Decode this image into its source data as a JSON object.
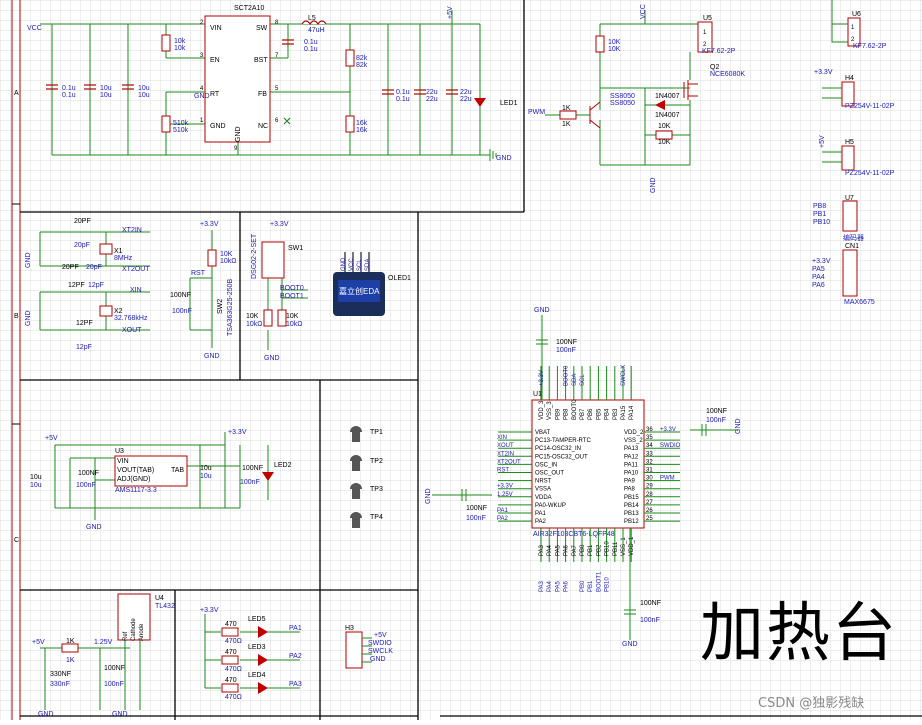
{
  "title": "加热台",
  "watermark": "CSDN @独影残缺",
  "colors": {
    "wire": "#1a8a1a",
    "pin": "#b00000",
    "label": "#1b1bb0",
    "part": "#c00000",
    "grid": "#dcdcdc",
    "border": "#000000",
    "text": "#000000"
  },
  "frame": {
    "row_letters": [
      "A",
      "B",
      "C"
    ]
  },
  "power": {
    "chip": "SCT2A10",
    "pins_left": [
      "VIN",
      "EN",
      "RT",
      "GND"
    ],
    "pins_right": [
      "SW",
      "BST",
      "FB",
      "NC"
    ],
    "pin_gnd": "GND",
    "pin_nums": [
      "2",
      "3",
      "4",
      "1",
      "8",
      "7",
      "5",
      "6",
      "9"
    ],
    "vcc": "VCC",
    "ind": "L5",
    "ind_val": "47uH",
    "cap_bst": "0.1u",
    "cap_bst2": "0.1u",
    "caps_in": [
      "0.1u",
      "0.1u",
      "10u",
      "10u",
      "10u",
      "10u"
    ],
    "r_en": [
      "10k",
      "10k"
    ],
    "r_rt": [
      "510k",
      "510k"
    ],
    "r_fb1": [
      "82k",
      "82k"
    ],
    "r_fb2": [
      "16k",
      "16k"
    ],
    "caps_out": [
      "0.1u",
      "0.1u",
      "22u",
      "22u",
      "22u",
      "22u"
    ],
    "v5": "+5V",
    "led": "LED1",
    "gnd": "GND",
    "gnd2": "GND"
  },
  "driver": {
    "vcc": "VCC",
    "conn": "U5",
    "conn_part": "KF7.62-2P",
    "mos": "Q2",
    "mos_part": "NCE6080K",
    "r1": [
      "10K",
      "10K"
    ],
    "q": [
      "SS8050",
      "SS8050"
    ],
    "d": [
      "1N4007",
      "1N4007"
    ],
    "r2": [
      "1K",
      "1K"
    ],
    "r3": [
      "10K",
      "10K"
    ],
    "pwm": "PWM",
    "gnd": "GND",
    "pins": [
      "1",
      "2"
    ]
  },
  "connectors": {
    "u6": "U6",
    "u6_part": "KF7.62-2P",
    "u6_pins": [
      "1",
      "2"
    ],
    "h4": "H4",
    "h4_part": "PZ254V-11-02P",
    "h4_v": "+3.3V",
    "h5": "H5",
    "h5_part": "PZ254V-11-02P",
    "h5_v": "+5V",
    "u7": "U7",
    "u7_pins": [
      "PB8",
      "PB1",
      "PB10"
    ],
    "u7_part": "编码器",
    "cn1": "CN1",
    "cn1_nets": [
      "+3.3V",
      "PA5",
      "PA4",
      "PA6"
    ],
    "cn1_part": "MAX6675"
  },
  "crystal": {
    "x1": "X1",
    "x1_freq": "8MHz",
    "x1_caps": [
      "20PF",
      "20pF",
      "20PF",
      "20pF"
    ],
    "x1_nets": [
      "XT2IN",
      "XT2OUT"
    ],
    "x2": "X2",
    "x2_freq": "32.768kHz",
    "x2_caps": [
      "12PF",
      "12pF",
      "12PF",
      "12pF"
    ],
    "x2_nets": [
      "XIN",
      "XOUT"
    ],
    "gnd": "GND"
  },
  "reset": {
    "v": "+3.3V",
    "r": [
      "10K",
      "10kΩ"
    ],
    "label": "RST",
    "c": [
      "100NF",
      "100nF"
    ],
    "sw": "SW2",
    "sw_part": "TSA363G25-250B",
    "gnd": "GND"
  },
  "boot": {
    "v": "+3.3V",
    "sw": "SW1",
    "part": "DSG02-2-SET",
    "nets": [
      "BOOT0",
      "BOOT1"
    ],
    "r": [
      "10K",
      "10kΩ",
      "10K",
      "10kΩ"
    ],
    "gnd": "GND"
  },
  "oled": {
    "name": "OLED1",
    "text": "嘉立创EDA",
    "pins": [
      "GND",
      "VCC",
      "SCL",
      "SDA"
    ]
  },
  "ldo": {
    "v5": "+5V",
    "v33": "+3.3V",
    "chip": "U3",
    "part": "AMS1117-3.3",
    "pins": [
      "VIN",
      "VOUT(TAB)",
      "ADJ(GND)",
      "TAB"
    ],
    "caps": [
      "10u",
      "10u",
      "100NF",
      "100nF",
      "10u",
      "10u",
      "100NF",
      "100nF"
    ],
    "led": "LED2",
    "gnd": "GND"
  },
  "tp": [
    "TP1",
    "TP2",
    "TP3",
    "TP4"
  ],
  "ref": {
    "chip": "U4",
    "part": "TL432",
    "pins": [
      "Ref",
      "Cathode",
      "Anode"
    ],
    "v5": "+5V",
    "r": [
      "1K",
      "1K"
    ],
    "vref": "1.25V",
    "caps": [
      "330NF",
      "330nF",
      "100NF",
      "100nF"
    ],
    "gnd": "GND"
  },
  "leds": {
    "v": "+3.3V",
    "items": [
      {
        "r": "470",
        "r2": "470Ω",
        "led": "LED5",
        "net": "PA1",
        "pin": "1"
      },
      {
        "r": "470",
        "r2": "470Ω",
        "led": "LED3",
        "net": "PA2",
        "pin": "1"
      },
      {
        "r": "470",
        "r2": "470Ω",
        "led": "LED4",
        "net": "PA3",
        "pin": "2"
      }
    ]
  },
  "swd": {
    "name": "H3",
    "nets": [
      "+5V",
      "SWDIO",
      "SWCLK",
      "GND"
    ]
  },
  "mcu": {
    "name": "U1",
    "part": "AIR32F103CBT6-LQFP48",
    "gnd": "GND",
    "caps": [
      "100NF",
      "100nF"
    ],
    "top_nets": [
      "+3.3V",
      "",
      "",
      "BOOT0",
      "SDA",
      "SCL",
      "",
      "",
      "",
      "",
      "SWCLK",
      ""
    ],
    "top_pins": [
      "VDD_3",
      "VSS_3",
      "PB9",
      "PB8",
      "BOOT0",
      "PB7",
      "PB6",
      "PB5",
      "PB4",
      "PB3",
      "PA15",
      "PA14"
    ],
    "left_pins": [
      "VBAT",
      "PC13-TAMPER-RTC",
      "PC14-OSC32_IN",
      "PC15-OSC32_OUT",
      "OSC_IN",
      "OSC_OUT",
      "NRST",
      "VSSA",
      "VDDA",
      "PA0-WKUP",
      "PA1",
      "PA2"
    ],
    "left_nets": [
      "",
      "XIN",
      "XOUT",
      "XT2IN",
      "XT2OUT",
      "RST",
      "",
      "+3.3V",
      "1.25V",
      "",
      "PA1",
      "PA2"
    ],
    "right_pins": [
      "VDD_2",
      "VSS_2",
      "PA13",
      "PA12",
      "PA11",
      "PA10",
      "PA9",
      "PA8",
      "PB15",
      "PB14",
      "PB13",
      "PB12"
    ],
    "right_nums": [
      "36",
      "35",
      "34",
      "33",
      "32",
      "31",
      "30",
      "29",
      "28",
      "27",
      "26",
      "25"
    ],
    "right_nets": [
      "+3.3V",
      "",
      "SWDIO",
      "",
      "",
      "",
      "PWM",
      "",
      "",
      "",
      "",
      ""
    ],
    "bottom_pins": [
      "PA3",
      "PA4",
      "PA5",
      "PA6",
      "PA7",
      "PB0",
      "PB1",
      "PB2",
      "PB10",
      "PB11",
      "VSS_1",
      "VDD_1"
    ],
    "bottom_nets": [
      "PA3",
      "PA4",
      "PA5",
      "PA6",
      "",
      "PB0",
      "PB1",
      "BOOT1",
      "PB10",
      "",
      "",
      ""
    ],
    "r_caps": [
      "100NF",
      "100nF"
    ],
    "b_caps": [
      "100NF",
      "100nF"
    ],
    "gnd_left": "GND",
    "c_left": [
      "100NF",
      "100nF"
    ]
  }
}
